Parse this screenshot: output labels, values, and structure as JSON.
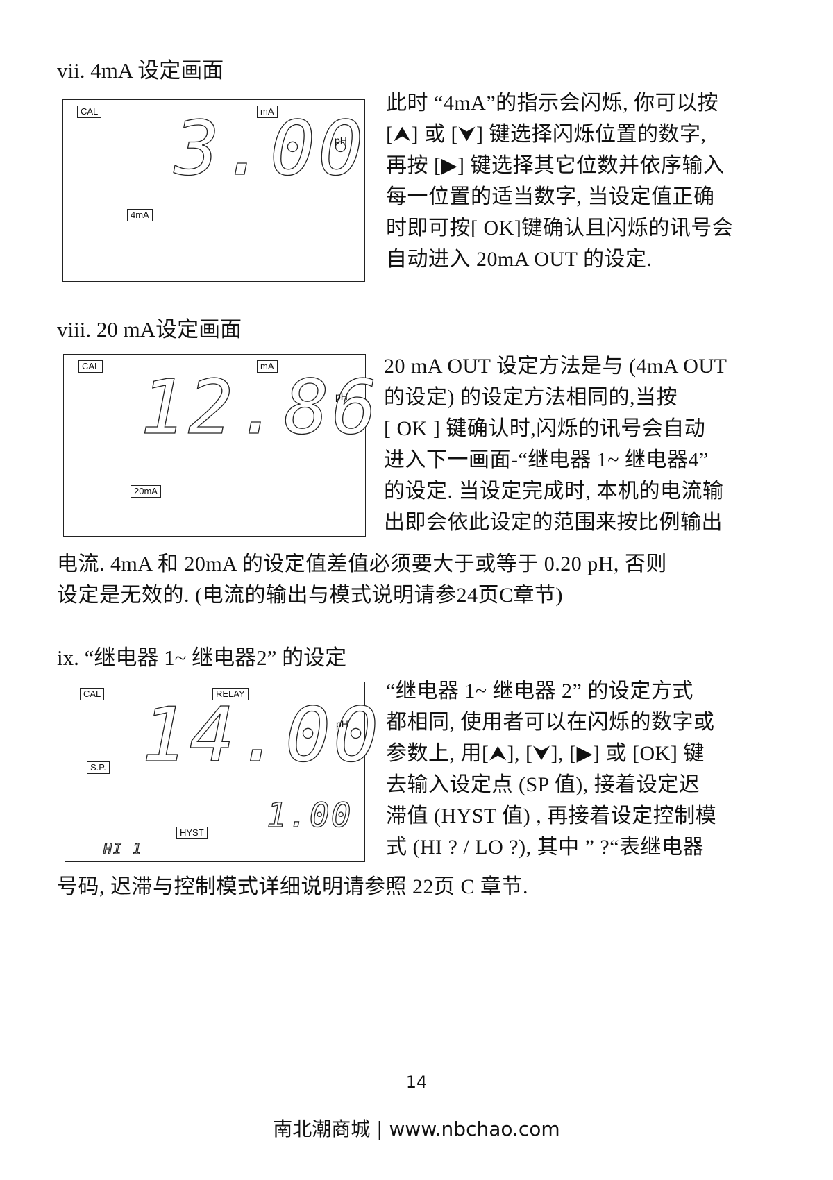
{
  "sections": [
    {
      "heading": "vii. 4mA  设定画面",
      "lcd": {
        "top_left_tag": "CAL",
        "top_right_tag": "mA",
        "main_value": "3.00",
        "unit": "pH",
        "bottom_tag": "4mA"
      },
      "paragraph_lines": [
        "此时 “4mA”的指示会闪烁, 你可以按",
        "[⮝] 或 [⮟] 键选择闪烁位置的数字,",
        "再按 [▶] 键选择其它位数并依序输入",
        "每一位置的适当数字, 当设定值正确",
        "时即可按[ OK]键确认且闪烁的讯号会",
        "自动进入 20mA OUT 的设定."
      ]
    },
    {
      "heading": "viii. 20 mA设定画面",
      "lcd": {
        "top_left_tag": "CAL",
        "top_right_tag": "mA",
        "main_value": "12.86",
        "unit": "pH",
        "bottom_tag": "20mA"
      },
      "paragraph_lines": [
        "20 mA OUT  设定方法是与 (4mA OUT",
        "的设定) 的设定方法相同的,当按",
        "[ OK ] 键确认时,闪烁的讯号会自动",
        "进入下一画面-“继电器 1~ 继电器4”",
        "的设定. 当设定完成时, 本机的电流输",
        "出即会依此设定的范围来按比例输出"
      ],
      "full_width_lines": [
        "电流. 4mA 和 20mA 的设定值差值必须要大于或等于 0.20 pH, 否则",
        "设定是无效的. (电流的输出与模式说明请参24页C章节)"
      ]
    },
    {
      "heading": "ix. “继电器 1~ 继电器2” 的设定",
      "lcd": {
        "top_left_tag": "CAL",
        "top_right_tag": "RELAY",
        "main_value": "14.00",
        "unit": "pH",
        "left_tag": "S.P.",
        "secondary_value": "1.00",
        "bottom_tag": "HYST",
        "mode_text": "HI 1",
        "mode_text_note": "inferred from faint segment outlines; not legible in source"
      },
      "paragraph_lines": [
        "“继电器 1~ 继电器 2” 的设定方式",
        "都相同, 使用者可以在闪烁的数字或",
        "参数上, 用[⮝], [⮟], [▶] 或 [OK] 键",
        "去输入设定点 (SP 值), 接着设定迟",
        "滞值 (HYST 值) , 再接着设定控制模",
        "式 (HI ? / LO ?), 其中 ” ?“表继电器"
      ],
      "full_width_lines": [
        "号码, 迟滞与控制模式详细说明请参照 22页 C 章节."
      ]
    }
  ],
  "page_number": "14",
  "footer": "南北潮商城 | www.nbchao.com"
}
